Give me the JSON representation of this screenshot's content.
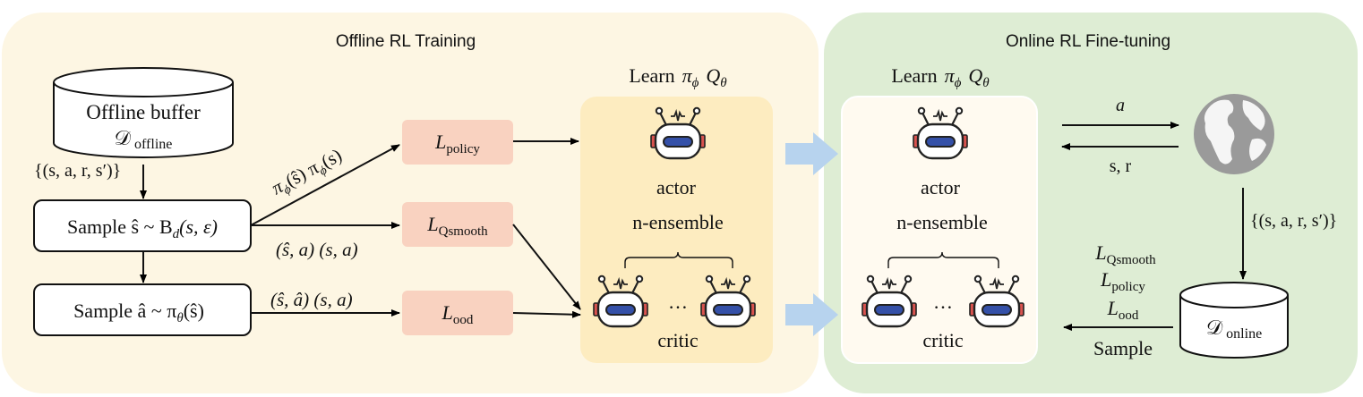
{
  "colors": {
    "offline_panel": "#fdf6e3",
    "online_panel": "#deedd4",
    "learn_box": "#fdecc0",
    "loss_box": "#f9d2c0",
    "transfer_arrow": "#b7d3ee",
    "robot_accent": "#3450a8",
    "robot_ear": "#d9534f",
    "globe": "#9a9a9a"
  },
  "offline": {
    "title": "Offline RL Training",
    "buffer_line1": "Offline buffer",
    "buffer_symbol": "𝒟",
    "buffer_sub": "offline",
    "tuple": "{(s, a, r, s′)}",
    "sample_s": "Sample ŝ ~ B",
    "sample_s_sub": "d",
    "sample_s_args": "(s, ε)",
    "sample_a": "Sample â ~ π",
    "sample_a_sub": "θ",
    "sample_a_args": "(ŝ)",
    "edge_policy": "π",
    "edge_policy_sub1": "ϕ",
    "edge_policy_rest1": "(ŝ) π",
    "edge_policy_sub2": "ϕ",
    "edge_policy_rest2": "(s)",
    "edge_qsmooth": "(ŝ, a) (s, a)",
    "edge_ood": "(ŝ, â) (s, a)",
    "loss_policy_L": "L",
    "loss_policy_sub": "policy",
    "loss_qsmooth_L": "L",
    "loss_qsmooth_sub": "Qsmooth",
    "loss_ood_L": "L",
    "loss_ood_sub": "ood",
    "learn_title": "Learn",
    "learn_pi": "π",
    "learn_pi_sub": "ϕ",
    "learn_q": "Q",
    "learn_q_sub": "θ",
    "actor": "actor",
    "ensemble": "n-ensemble",
    "dots": "…",
    "critic": "critic"
  },
  "online": {
    "title": "Online RL Fine-tuning",
    "learn_title": "Learn",
    "learn_pi": "π",
    "learn_pi_sub": "ϕ",
    "learn_q": "Q",
    "learn_q_sub": "θ",
    "actor": "actor",
    "ensemble": "n-ensemble",
    "dots": "…",
    "critic": "critic",
    "action": "a",
    "state_reward": "s, r",
    "tuple": "{(s, a, r, s′)}",
    "buffer_symbol": "𝒟",
    "buffer_sub": "online",
    "loss_qsmooth_L": "L",
    "loss_qsmooth_sub": "Qsmooth",
    "loss_policy_L": "L",
    "loss_policy_sub": "policy",
    "loss_ood_L": "L",
    "loss_ood_sub": "ood",
    "sample": "Sample"
  }
}
